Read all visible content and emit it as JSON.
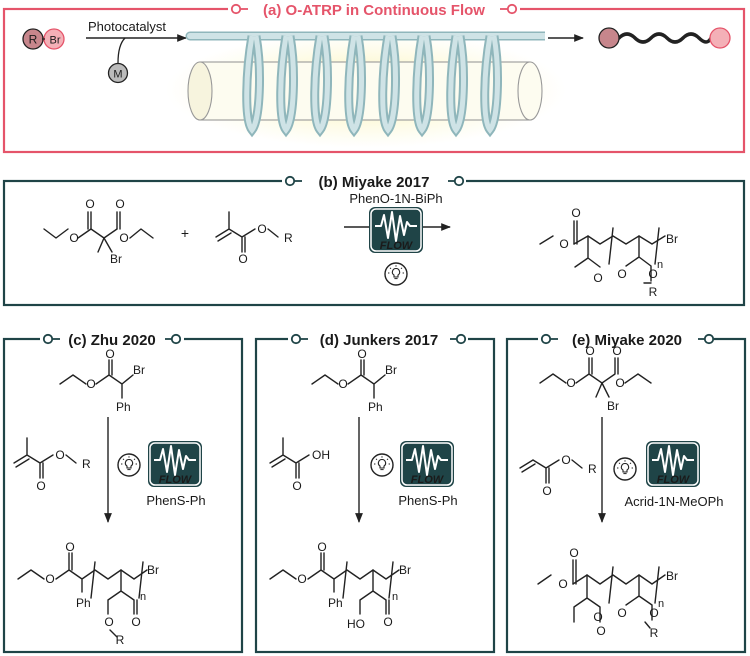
{
  "colors": {
    "panel_a": "#e5546a",
    "panel_dark": "#1f4447",
    "bromine": "#e5546a",
    "flow_badge": "#1f4447",
    "tube": "#c7dde0",
    "glow": "#fbf6c4"
  },
  "panel_a": {
    "title": "(a) O-ATRP in Continuous Flow",
    "catalyst_label": "Photocatalyst",
    "initiator_r": "R",
    "initiator_br": "Br",
    "monomer": "M"
  },
  "panel_b": {
    "title": "(b) Miyake 2017",
    "plus": "+",
    "catalyst": "PhenO-1N-BiPh",
    "monomer_o": "O",
    "monomer_r": "R",
    "initiator_br": "Br",
    "product_br": "Br",
    "product_n": "n",
    "product_o": "O",
    "product_r": "R"
  },
  "panel_c": {
    "title": "(c) Zhu 2020",
    "br": "Br",
    "ph": "Ph",
    "o": "O",
    "r": "R",
    "catalyst": "PhenS-Ph",
    "n": "n"
  },
  "panel_d": {
    "title": "(d) Junkers 2017",
    "br": "Br",
    "ph": "Ph",
    "o": "O",
    "oh": "OH",
    "ho": "HO",
    "catalyst": "PhenS-Ph",
    "n": "n"
  },
  "panel_e": {
    "title": "(e) Miyake 2020",
    "br": "Br",
    "o": "O",
    "r": "R",
    "catalyst": "Acrid-1N-MeOPh",
    "n": "n"
  },
  "flow_badge": {
    "text": "FLOW"
  },
  "icons": [
    "light-bulb-icon",
    "flow-reactor-icon",
    "reaction-arrow-icon"
  ]
}
